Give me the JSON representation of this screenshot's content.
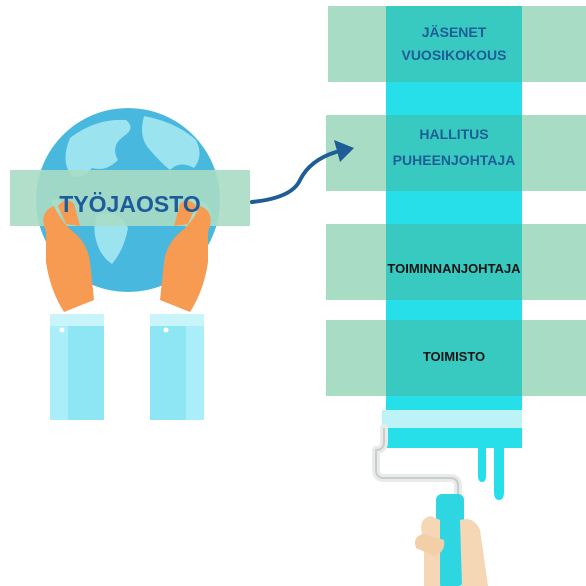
{
  "diagram": {
    "workgroup_label": "TYÖJAOSTO",
    "levels": [
      {
        "line1": "JÄSENET",
        "line2": "VUOSIKOKOUS"
      },
      {
        "line1": "HALLITUS",
        "line2": "PUHEENJOHTAJA"
      },
      {
        "line1": "TOIMINNANJOHTAJA",
        "line2": ""
      },
      {
        "line1": "TOIMISTO",
        "line2": ""
      }
    ]
  },
  "colors": {
    "band": "#a9dcc4",
    "band_overlap": "#38c9c1",
    "roller_paint": "#27dfe8",
    "globe": "#48b8de",
    "continents": "#9be3ef",
    "hands": "#f79a52",
    "sleeves": "#8ee6f4",
    "arrow": "#1f5d97"
  },
  "icons": [
    "globe-icon",
    "hands-icon",
    "paint-roller-icon",
    "curved-arrow-icon"
  ]
}
